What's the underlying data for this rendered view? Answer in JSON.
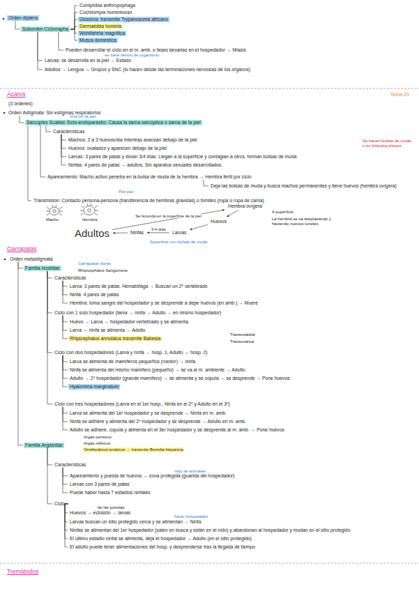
{
  "diagram": {
    "nodes": [
      {
        "text": [
          "Orden díptera"
        ]
      },
      {
        "text": [
          "Suborden Ciclorrapha"
        ]
      },
      {
        "text": [
          "Cordylobia anthropophaga"
        ]
      },
      {
        "text": [
          "Cochliomyia hominivorax"
        ]
      },
      {
        "text": [
          "Glossina: transmite Trypanosoma africano"
        ]
      },
      {
        "text": [
          "Dermatobia hominis"
        ]
      },
      {
        "text": [
          "Wohlfahrtia magnifica"
        ]
      },
      {
        "text": [
          "Musca domestica"
        ]
      },
      {
        "text": [
          "Pueden desarrollar el ciclo en el m. amb. o fases larvarias en el hospedador → Miasis"
        ]
      },
      {
        "text": [
          "Larvas: se desarrolla en la piel → Estado"
        ]
      },
      {
        "text": [
          "Adultos → Lengua → Grupos y SNC (lo hacen desde las terminaciones nerviosas de los órganos)"
        ]
      },
      {
        "text": [
          "Ácaros"
        ]
      },
      {
        "text": [
          "(3 órdenes)"
        ]
      },
      {
        "text": [
          "Orden Astigmata: Sin estigmas respiratorios"
        ]
      },
      {
        "text": [
          "Sarcoptes Scabiei: Ecto-endoparásito: Causa la sarna sarcóptica o sarna de la piel"
        ]
      },
      {
        "text": [
          "Características"
        ]
      },
      {
        "text": [
          "Machos: 2 a 3 huevos/día mientras avanzan debajo de la piel"
        ]
      },
      {
        "text": [
          "Huevos: ovalados y aparecen debajo de la piel"
        ]
      },
      {
        "text": [
          "Larvas: 3 pares de patas y duran 3/4 días. Llegan a la superficie y contagian a otros, forman bolsas de muda"
        ]
      },
      {
        "text": [
          "Ninfas: 4 pares de patas → adultos. Sin aparatos sexuales desarrollados."
        ]
      },
      {
        "text": [
          "Apareamiento: Macho activo penetra en la bolsa de muda de la hembra → Hembra fértil por ciclo"
        ]
      },
      {
        "text": [
          "Deja las bolsas de muda y busca machos permanentes y tiene huevos (hembra ovígera)"
        ]
      },
      {
        "text": [
          "Transmisión: Contacto persona-persona (transferencia de hembras grávidas) o fomites (ropa o ropa de cama)"
        ]
      },
      {
        "text": [
          "Adultos"
        ]
      },
      {
        "text": [
          "Hembra ovígera"
        ]
      },
      {
        "text": [
          "Huevos"
        ]
      },
      {
        "text": [
          "Larvas"
        ]
      },
      {
        "text": [
          "Ninfas"
        ]
      },
      {
        "text": [
          "Garrapatas"
        ]
      },
      {
        "text": [
          "Orden metastigmata"
        ]
      },
      {
        "text": [
          "Familia Ixodidae"
        ]
      },
      {
        "text": [
          "Características"
        ]
      },
      {
        "text": [
          "Larva: 3 pares de patas. Hematófaga → Buscan un 2º vertebrado"
        ]
      },
      {
        "text": [
          "Ninfa: 4 pares de patas"
        ]
      },
      {
        "text": [
          "Hembra: toma sangre del hospedador y se desprende a dejar huevos (en amb.) → Muere"
        ]
      },
      {
        "text": [
          "Ciclo con 1 solo hospedador (larva → ninfa → Adulto → en mismo hospedador)"
        ]
      },
      {
        "text": [
          "Huevo → Larva → hospedador vertebrado y se alimenta"
        ]
      },
      {
        "text": [
          "Larva → ninfa se alimenta → Adulto"
        ]
      },
      {
        "text": [
          "Rhipicephalus annulatus transmite Babesia"
        ]
      },
      {
        "text": [
          "Ciclo con dos hospedadores (Larva y ninfa → hosp. 1, Adulto → hosp. 2)"
        ]
      },
      {
        "text": [
          "Larva se alimenta de mamíferos pequeños (roedor) → ninfa"
        ]
      },
      {
        "text": [
          "Ninfa se alimenta del mismo mamífero (pequeño) → se va al m. ambiente → Adulto"
        ]
      },
      {
        "text": [
          "Adulto → 2º hospedador (grande mamífero) → se alimenta y se copula → se desprende → Pone huevos"
        ]
      },
      {
        "text": [
          "Hyalomma marginatum"
        ]
      },
      {
        "text": [
          "Ciclo con tres hospedadores (Larva en el 1er hosp., Ninfa en el 2º y Adulto en el 3º)"
        ]
      },
      {
        "text": [
          "Larva se alimenta del 1er hospedador y se desprende → Ninfa en m. amb."
        ]
      },
      {
        "text": [
          "Ninfa se adhiere y alimenta del 2º hospedador y se desprende → Adulto en m. amb."
        ]
      },
      {
        "text": [
          "Adulto se adhiere, copula y alimenta en el 3er hospedador y se desprende al m. amb. → Pone huevos"
        ]
      },
      {
        "text": [
          "Familia Argasidae"
        ]
      },
      {
        "text": [
          "Características"
        ]
      },
      {
        "text": [
          "Apareamiento y puesta de huevos → zona protegida (guarida del hospedador)"
        ]
      },
      {
        "text": [
          "Larvas con 3 pares de patas"
        ]
      },
      {
        "text": [
          "Puede haber hasta 7 estadios ninfales"
        ]
      },
      {
        "text": [
          "Ciclo:"
        ]
      },
      {
        "text": [
          "Huevos → eclosión → larvas"
        ]
      },
      {
        "text": [
          "Larvas buscan un sitio protegido cerca y se alimentan → Ninfa"
        ]
      },
      {
        "text": [
          "Ninfas se alimentan del 1er hospedador (salen en busca y están en el nido) y abandonan al hospedador y mudan en el sitio protegido"
        ]
      },
      {
        "text": [
          "El último estadio ninfal se alimenta, deja el hospedador → Adulto (en el sitio protegido)"
        ]
      },
      {
        "text": [
          "El adulto puede tener alimentaciones del hosp. y desprenderse tras la llegada de tiempo"
        ]
      },
      {
        "text": [
          "Tremátodos"
        ]
      }
    ],
    "edges": [
      {
        "from": 0,
        "to": 1,
        "arrow": "none"
      },
      {
        "from": 1,
        "to": 2,
        "arrow": "none"
      },
      {
        "from": 1,
        "to": 3,
        "arrow": "none"
      },
      {
        "from": 1,
        "to": 4,
        "arrow": "none"
      },
      {
        "from": 1,
        "to": 5,
        "arrow": "none"
      },
      {
        "from": 1,
        "to": 6,
        "arrow": "none"
      },
      {
        "from": 1,
        "to": 7,
        "arrow": "none"
      },
      {
        "from": 1,
        "to": 8,
        "arrow": "none"
      },
      {
        "from": 1,
        "to": 9,
        "arrow": "none"
      },
      {
        "from": 1,
        "to": 10,
        "arrow": "none"
      },
      {
        "from": 13,
        "to": 14,
        "arrow": "none"
      },
      {
        "from": 14,
        "to": 15,
        "arrow": "none"
      },
      {
        "from": 15,
        "to": 16,
        "arrow": "none"
      },
      {
        "from": 15,
        "to": 17,
        "arrow": "none"
      },
      {
        "from": 15,
        "to": 18,
        "arrow": "none"
      },
      {
        "from": 15,
        "to": 19,
        "arrow": "none"
      },
      {
        "from": 14,
        "to": 20,
        "arrow": "none"
      },
      {
        "from": 20,
        "to": 21,
        "arrow": "none"
      },
      {
        "from": 14,
        "to": 22,
        "arrow": "none"
      },
      {
        "from": 23,
        "to": 24,
        "label": "Se fecunda en la superficie de la piel",
        "arrow": "to"
      },
      {
        "from": 24,
        "to": 25,
        "arrow": "to"
      },
      {
        "from": 25,
        "to": 26,
        "arrow": "to"
      },
      {
        "from": 26,
        "to": 27,
        "label": "3-4 días",
        "arrow": "to"
      },
      {
        "from": 27,
        "to": 23,
        "arrow": "to"
      },
      {
        "from": 29,
        "to": 30,
        "arrow": "none"
      },
      {
        "from": 30,
        "to": 31,
        "arrow": "none"
      },
      {
        "from": 31,
        "to": 32,
        "arrow": "none"
      },
      {
        "from": 31,
        "to": 33,
        "arrow": "none"
      },
      {
        "from": 31,
        "to": 34,
        "arrow": "none"
      },
      {
        "from": 30,
        "to": 35,
        "arrow": "none"
      },
      {
        "from": 35,
        "to": 36,
        "arrow": "none"
      },
      {
        "from": 35,
        "to": 37,
        "arrow": "none"
      },
      {
        "from": 35,
        "to": 38,
        "arrow": "none"
      },
      {
        "from": 30,
        "to": 39,
        "arrow": "none"
      },
      {
        "from": 39,
        "to": 40,
        "arrow": "none"
      },
      {
        "from": 39,
        "to": 41,
        "arrow": "none"
      },
      {
        "from": 39,
        "to": 42,
        "arrow": "none"
      },
      {
        "from": 39,
        "to": 43,
        "arrow": "none"
      },
      {
        "from": 30,
        "to": 44,
        "arrow": "none"
      },
      {
        "from": 44,
        "to": 45,
        "arrow": "none"
      },
      {
        "from": 44,
        "to": 46,
        "arrow": "none"
      },
      {
        "from": 44,
        "to": 47,
        "arrow": "none"
      },
      {
        "from": 29,
        "to": 48,
        "arrow": "none"
      },
      {
        "from": 48,
        "to": 49,
        "arrow": "none"
      },
      {
        "from": 49,
        "to": 50,
        "arrow": "none"
      },
      {
        "from": 49,
        "to": 51,
        "arrow": "none"
      },
      {
        "from": 49,
        "to": 52,
        "arrow": "none"
      },
      {
        "from": 48,
        "to": 53,
        "arrow": "none"
      },
      {
        "from": 53,
        "to": 54,
        "arrow": "none"
      },
      {
        "from": 53,
        "to": 55,
        "arrow": "none"
      },
      {
        "from": 53,
        "to": 56,
        "arrow": "none"
      },
      {
        "from": 53,
        "to": 57,
        "arrow": "none"
      },
      {
        "from": 53,
        "to": 58,
        "arrow": "none"
      }
    ],
    "labels": [
      "Tema 20",
      "se mete dentro de organismo",
      "Vive en la piel",
      "Se hacen bolsas de muda o en folículos pilosos",
      "Piel-piel",
      "A superficie",
      "La hembra se va desplazando y haciendo nuevos túneles",
      "Superficie con bolsas de muda",
      "Macho",
      "Hembra",
      "Garrapatas duras",
      "Rhipicephalus Sanguineus",
      "Transestadial",
      "Transovárica",
      "Argas persicus",
      "Argas reflexus",
      "Ornithodoros erraticus → transmite Borrelia hispanica",
      "nido de animales",
      "de las puestas",
      "hacer hospedador"
    ]
  }
}
